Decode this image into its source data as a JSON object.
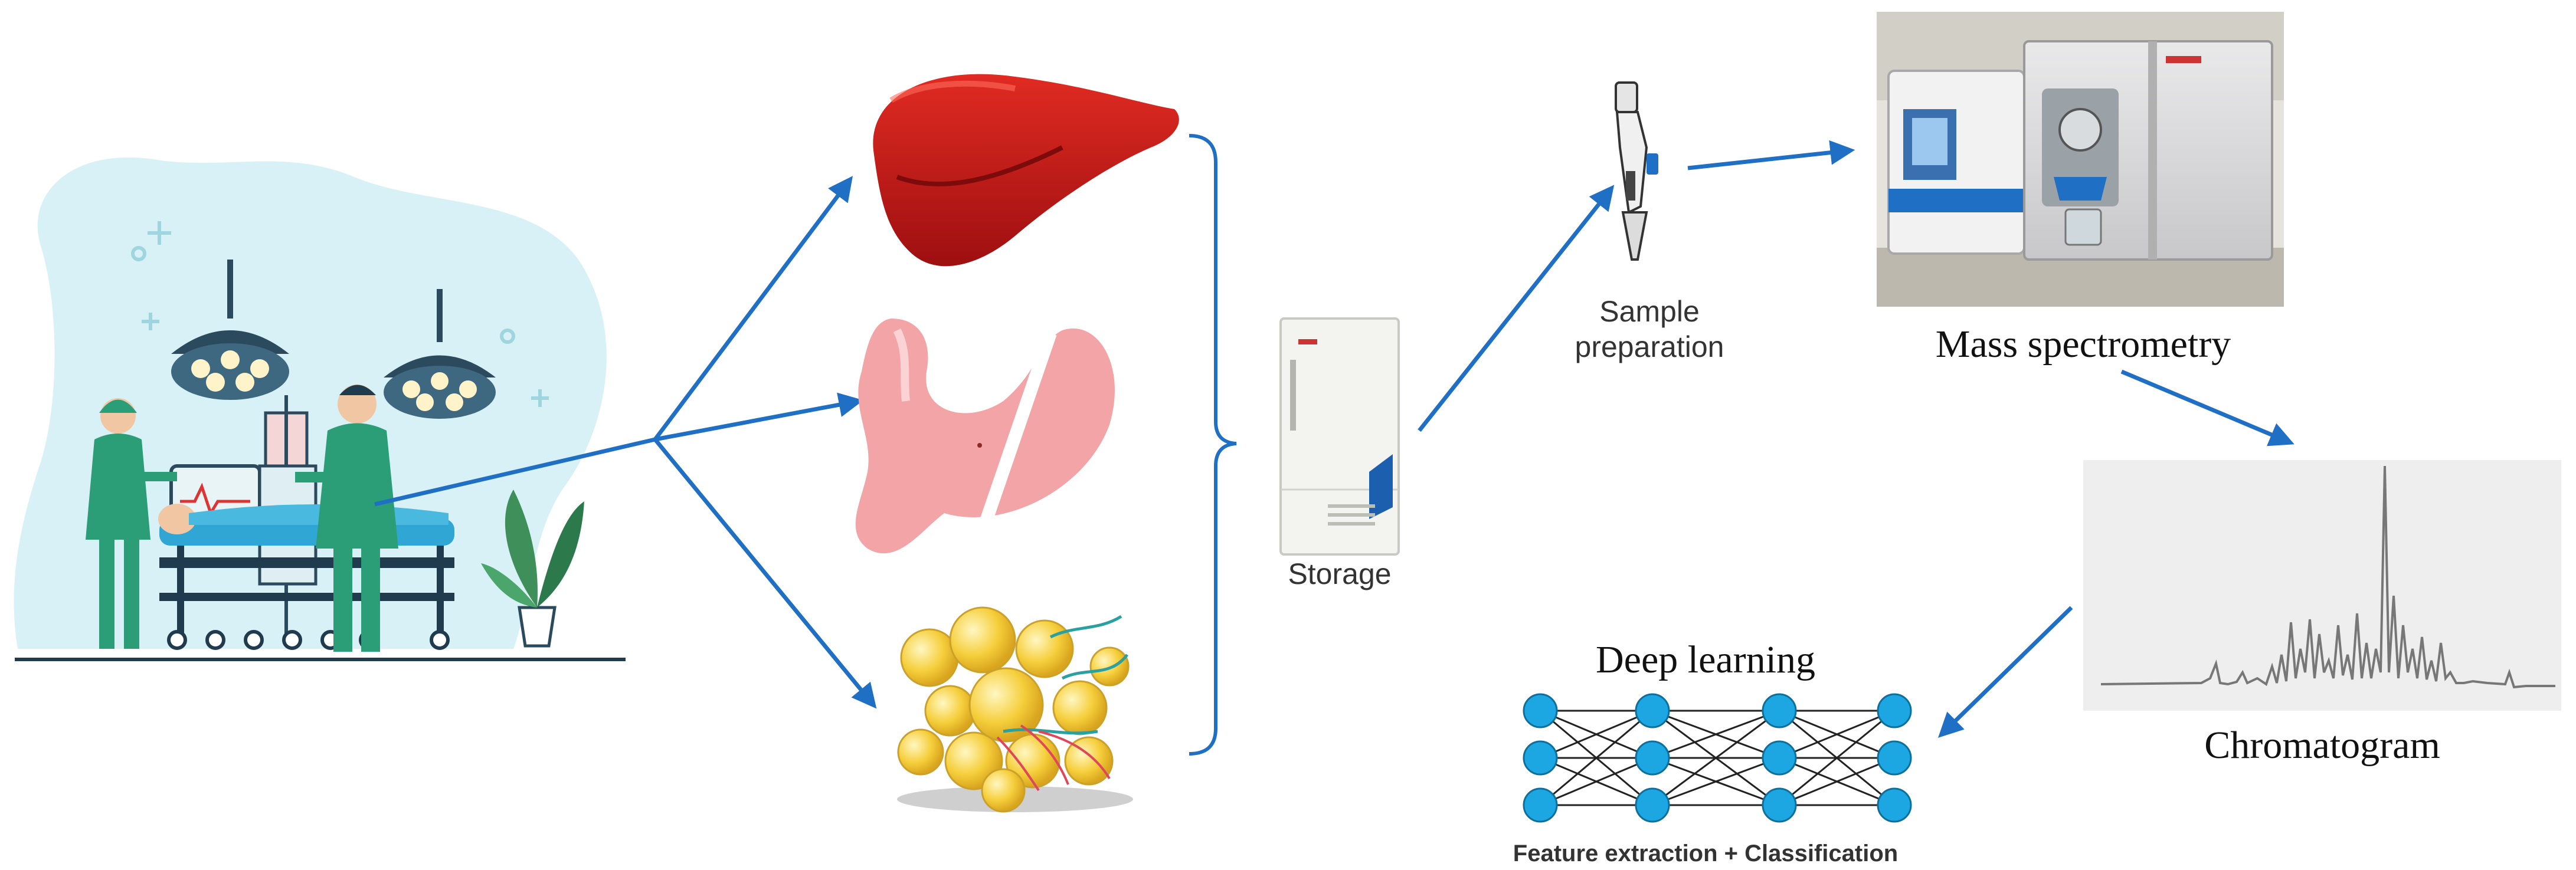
{
  "labels": {
    "storage": "Storage",
    "sample_line1": "Sample",
    "sample_line2": "preparation",
    "mass_spec": "Mass spectrometry",
    "chromatogram": "Chromatogram",
    "deep_learning": "Deep learning",
    "feature": "Feature extraction + Classification"
  },
  "colors": {
    "arrow": "#1f6fc5",
    "node": "#1da7e2",
    "liver": "#c41818",
    "stomach": "#f2a4a6",
    "fat": "#f6cf3c",
    "scene_bg": "#d8f1f6",
    "scrubs": "#2c9e77"
  },
  "icons": [
    "operating-room-illustration",
    "liver-icon",
    "stomach-icon",
    "adipose-tissue-icon",
    "freezer-icon",
    "pipette-icon",
    "mass-spectrometer-photo",
    "chromatogram-plot",
    "neural-network-icon"
  ],
  "network": {
    "layers": [
      3,
      3,
      3,
      3
    ]
  }
}
